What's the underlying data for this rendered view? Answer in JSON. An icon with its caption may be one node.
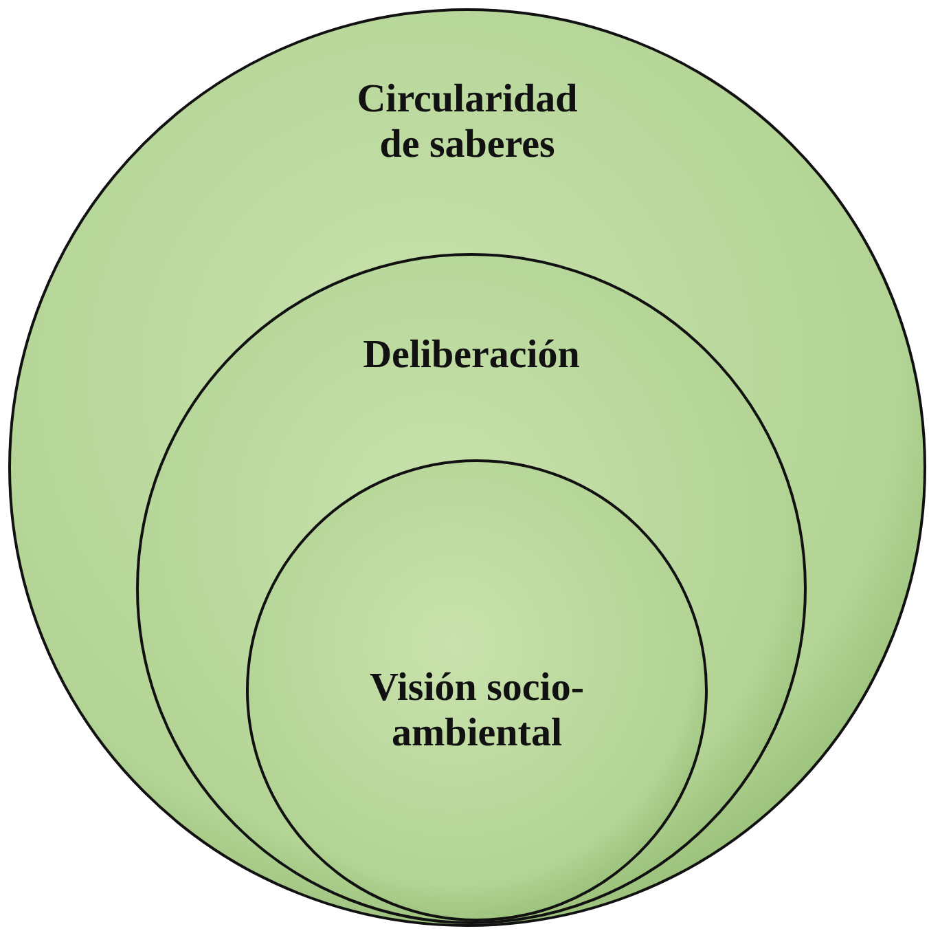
{
  "diagram": {
    "nodes": [
      {
        "text": [
          "Circularidad de saberes"
        ]
      },
      {
        "text": [
          "Deliberación"
        ],
        "in": 0
      },
      {
        "text": [
          "Visión socio- ambiental"
        ],
        "in": 1
      }
    ]
  }
}
